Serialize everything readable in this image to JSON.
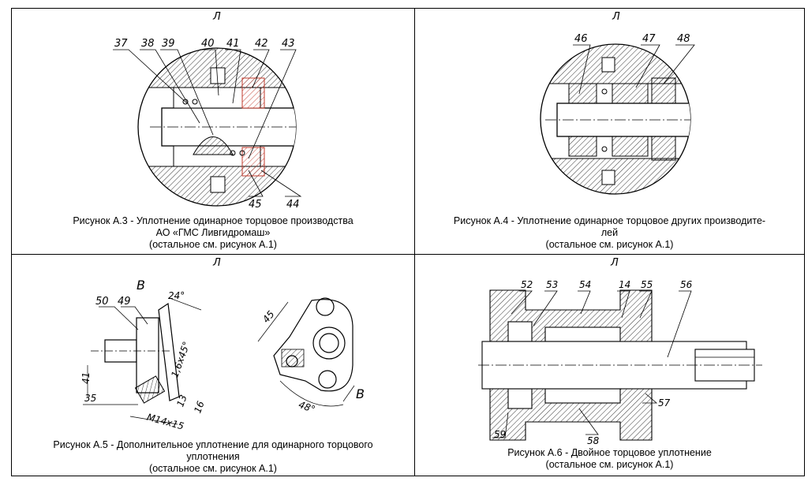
{
  "sheet_letter": "Л",
  "figures": [
    {
      "caption_lines": [
        "Рисунок А.3 - Уплотнение одинарное торцовое производства",
        "АО «ГМС Ливгидромаш»",
        "(остальное см. рисунок А.1)"
      ],
      "callouts": [
        "37",
        "38",
        "39",
        "40",
        "41",
        "42",
        "43",
        "44",
        "45"
      ]
    },
    {
      "caption_lines": [
        "Рисунок А.4 - Уплотнение одинарное  торцовое других производите-",
        "лей",
        "(остальное см. рисунок А.1)"
      ],
      "callouts": [
        "46",
        "47",
        "48"
      ]
    },
    {
      "caption_lines": [
        "Рисунок А.5 - Дополнительное уплотнение для одинарного торцового",
        "уплотнения",
        "(остальное см. рисунок А.1)"
      ],
      "callouts": [
        "50",
        "49"
      ],
      "view_label": "В",
      "dimensions": [
        "24°",
        "1,6x45°",
        "41",
        "35",
        "13",
        "16",
        "M14x15",
        "45",
        "48°"
      ]
    },
    {
      "caption_lines": [
        "Рисунок А.6 - Двойное торцовое уплотнение",
        "(остальное см. рисунок А.1)"
      ],
      "callouts": [
        "52",
        "53",
        "54",
        "14",
        "55",
        "56",
        "57",
        "58",
        "59"
      ]
    }
  ]
}
